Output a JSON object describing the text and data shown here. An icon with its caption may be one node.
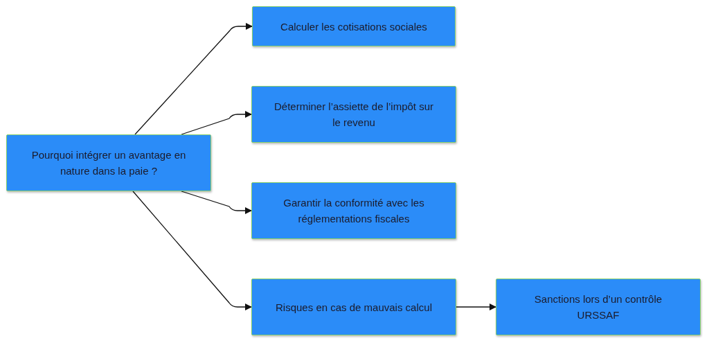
{
  "diagram": {
    "nodes": [
      {
        "text": [
          "Pourquoi intégrer un avantage en nature dans la paie ?"
        ]
      },
      {
        "text": [
          "Calculer les cotisations sociales"
        ]
      },
      {
        "text": [
          "Déterminer l’assiette de l’impôt sur le revenu"
        ]
      },
      {
        "text": [
          "Garantir la conformité avec les réglementations fiscales"
        ]
      },
      {
        "text": [
          "Risques en cas de mauvais calcul"
        ]
      },
      {
        "text": [
          "Sanctions lors d’un contrôle URSSAF"
        ]
      }
    ],
    "edges": [
      {
        "from": 0,
        "to": 1,
        "arrow": "to"
      },
      {
        "from": 0,
        "to": 2,
        "arrow": "to"
      },
      {
        "from": 0,
        "to": 3,
        "arrow": "to"
      },
      {
        "from": 0,
        "to": 4,
        "arrow": "to"
      },
      {
        "from": 4,
        "to": 5,
        "arrow": "to"
      }
    ]
  }
}
